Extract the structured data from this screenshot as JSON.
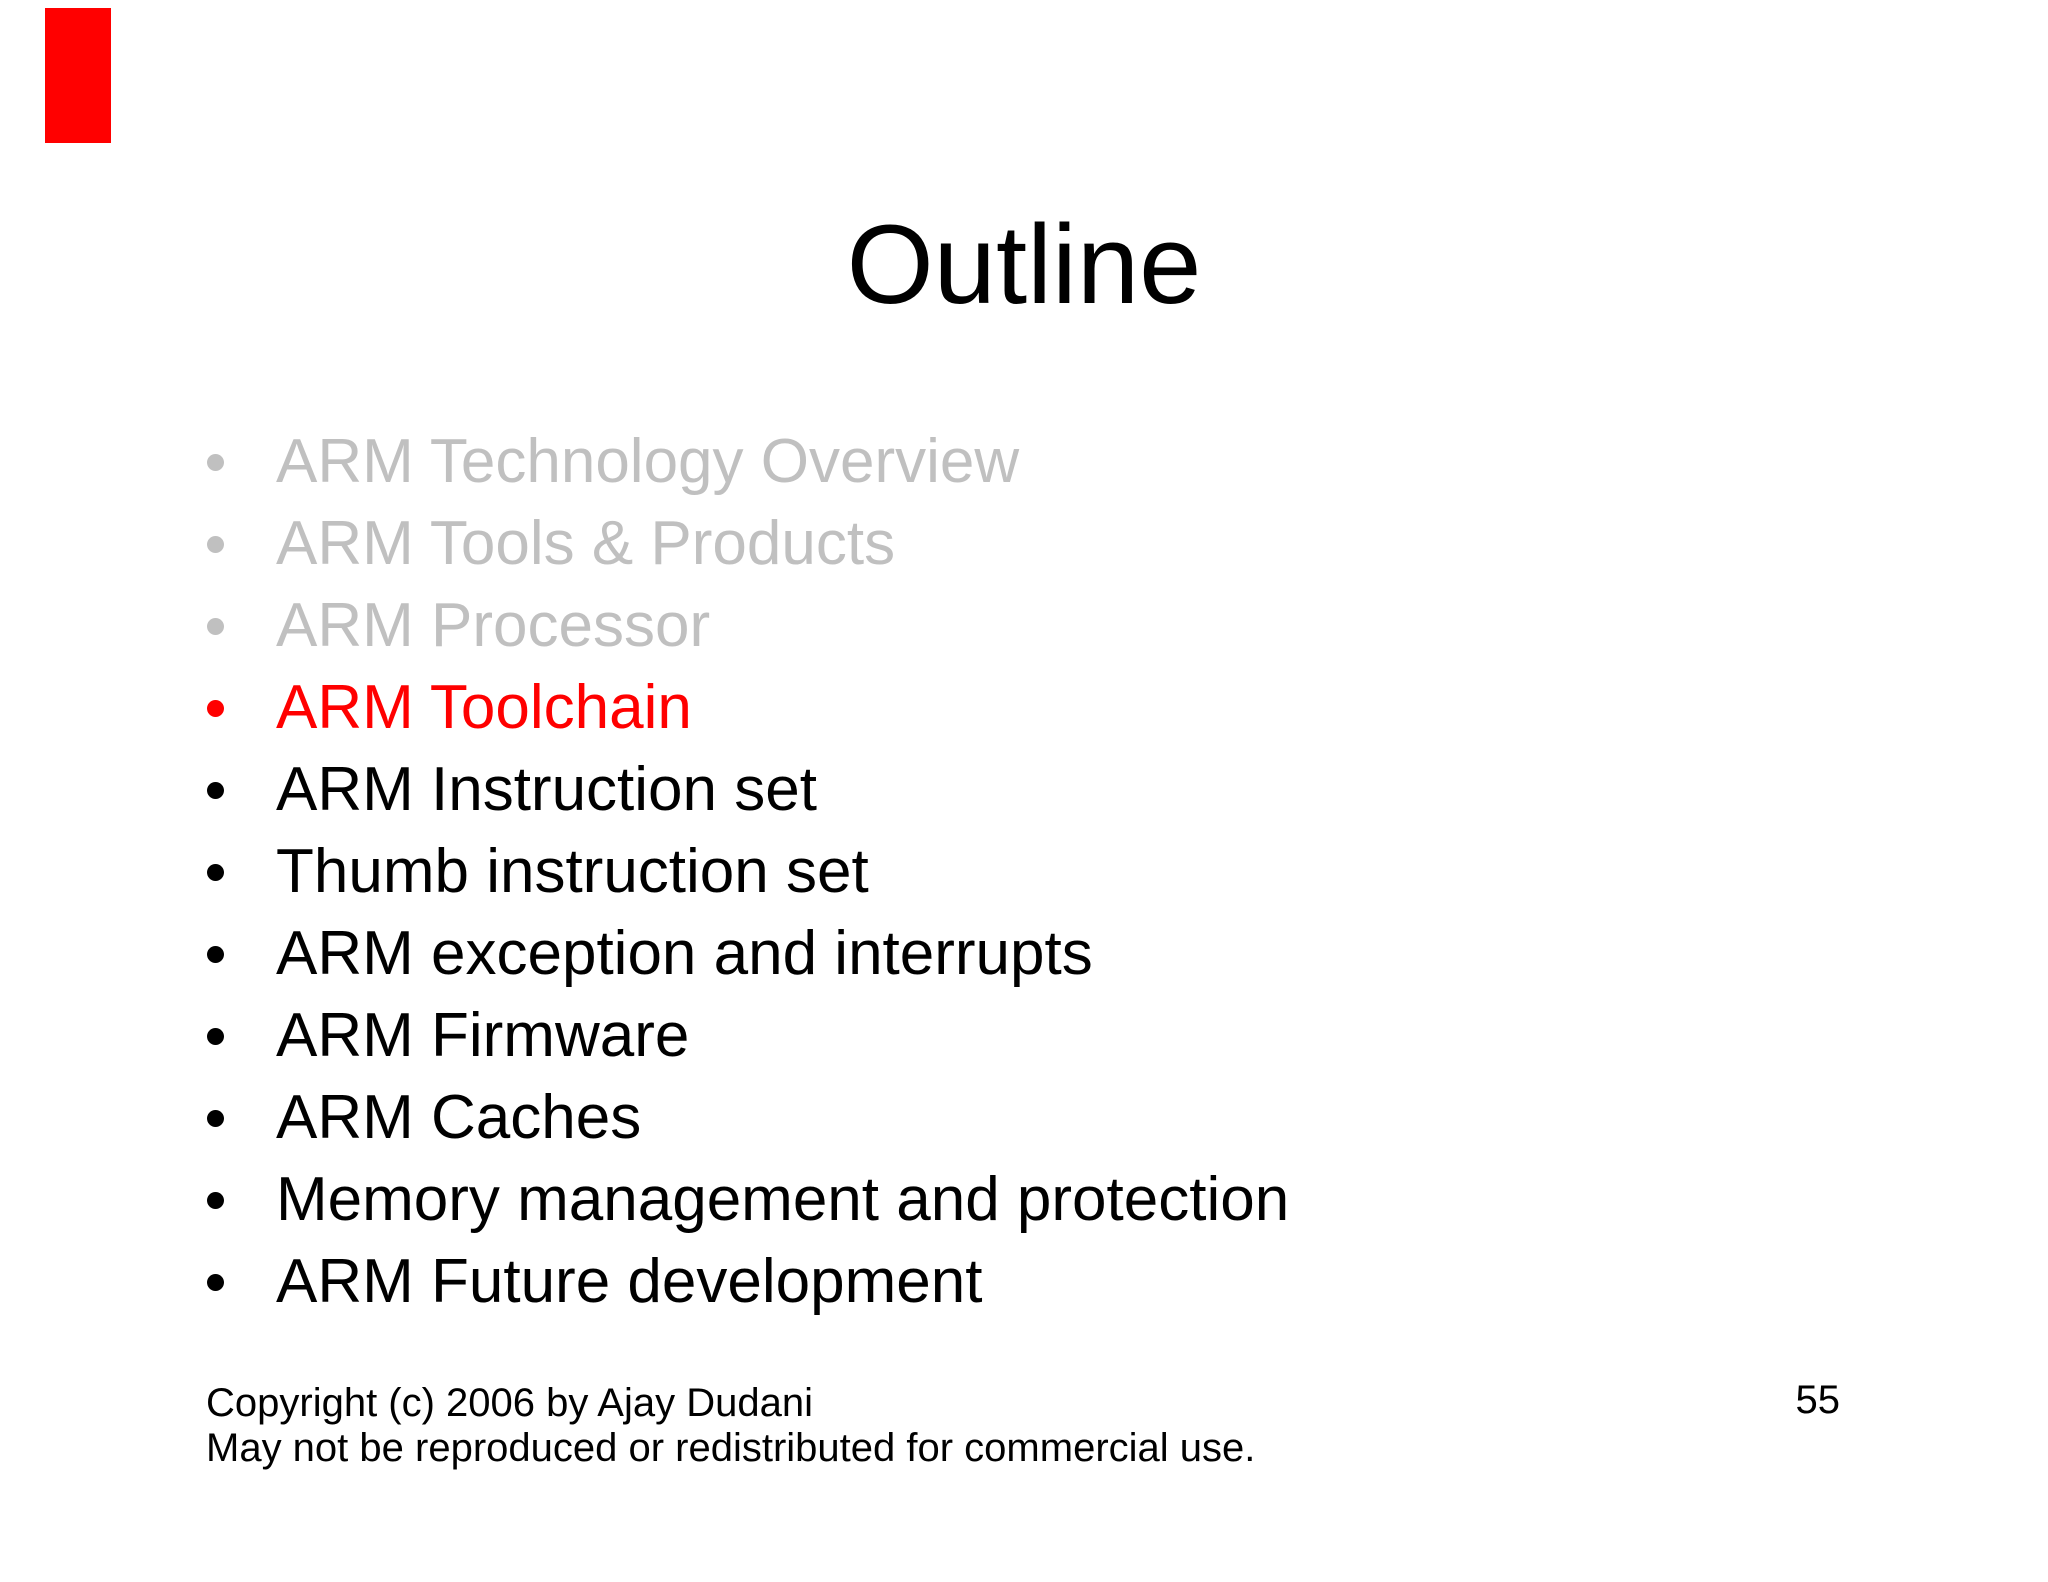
{
  "slide": {
    "title": "Outline",
    "bullets": [
      {
        "text": "ARM Technology Overview",
        "state": "dimmed"
      },
      {
        "text": "ARM Tools & Products",
        "state": "dimmed"
      },
      {
        "text": "ARM Processor",
        "state": "dimmed"
      },
      {
        "text": "ARM Toolchain",
        "state": "current"
      },
      {
        "text": "ARM Instruction set",
        "state": "upcoming"
      },
      {
        "text": "Thumb instruction set",
        "state": "upcoming"
      },
      {
        "text": "ARM exception and interrupts",
        "state": "upcoming"
      },
      {
        "text": "ARM Firmware",
        "state": "upcoming"
      },
      {
        "text": "ARM Caches",
        "state": "upcoming"
      },
      {
        "text": "Memory management and protection",
        "state": "upcoming"
      },
      {
        "text": "ARM Future development",
        "state": "upcoming"
      }
    ],
    "colors": {
      "dimmed": "#c0c0c0",
      "current": "#ff0000",
      "upcoming": "#000000",
      "title": "#000000",
      "marker": "#ff0000",
      "background": "#ffffff"
    },
    "footer": {
      "line1": "Copyright (c) 2006 by Ajay Dudani",
      "line2": "May not be reproduced or redistributed for commercial use."
    },
    "page_number": "55"
  }
}
